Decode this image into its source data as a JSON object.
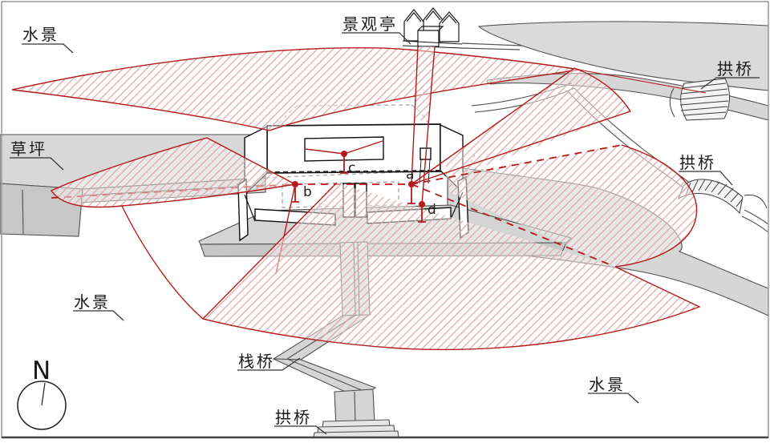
{
  "labels": {
    "water_top_left": "水景",
    "water_mid_left": "水景",
    "water_bottom_right": "水景",
    "lawn": "草坪",
    "pavilion": "景观亭",
    "bridge_top_right": "拱桥",
    "bridge_mid_right": "拱桥",
    "bridge_bottom": "拱桥",
    "boardwalk": "栈桥"
  },
  "viewpoints": {
    "a": "a",
    "b": "b",
    "c": "c",
    "d": "d"
  },
  "compass": {
    "north": "N"
  },
  "colors": {
    "sightline_red": "#b51a1a",
    "land_gray": "#d8d8d8",
    "outline_gray": "#4f4f4f"
  }
}
